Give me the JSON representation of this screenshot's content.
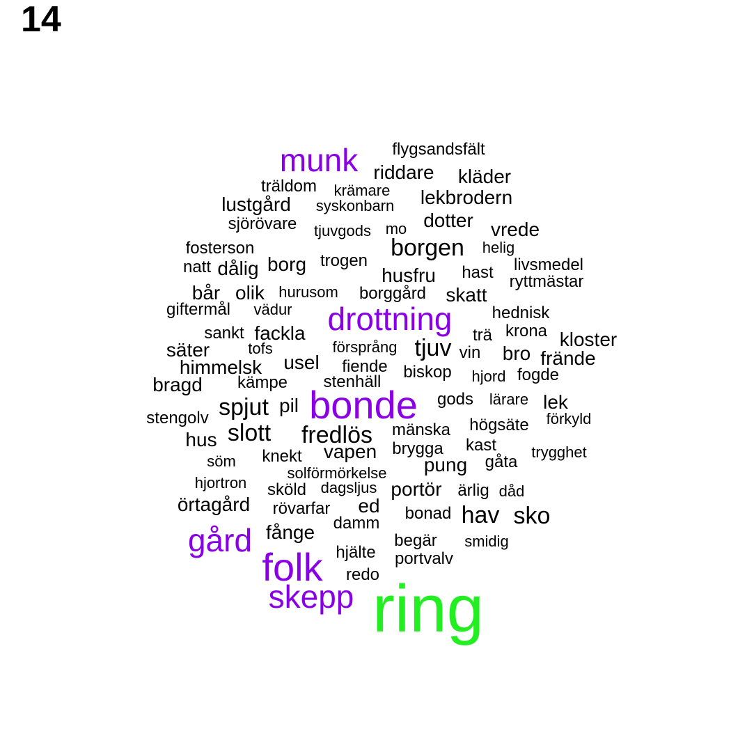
{
  "panel_number": "14",
  "colors": {
    "default": "#000000",
    "highlight": "#8a00e6",
    "top": "#22ee22"
  },
  "words": [
    {
      "text": "flygsandsfält",
      "tier": "s"
    },
    {
      "text": "munk",
      "tier": "l",
      "color": "highlight"
    },
    {
      "text": "riddare",
      "tier": "m"
    },
    {
      "text": "kläder",
      "tier": "m"
    },
    {
      "text": "träldom",
      "tier": "s"
    },
    {
      "text": "krämare",
      "tier": "xs"
    },
    {
      "text": "lekbrodern",
      "tier": "m"
    },
    {
      "text": "lustgård",
      "tier": "m"
    },
    {
      "text": "syskonbarn",
      "tier": "xs"
    },
    {
      "text": "sjörövare",
      "tier": "s"
    },
    {
      "text": "tjuvgods",
      "tier": "xs"
    },
    {
      "text": "mo",
      "tier": "xs"
    },
    {
      "text": "dotter",
      "tier": "m"
    },
    {
      "text": "vrede",
      "tier": "m"
    },
    {
      "text": "fosterson",
      "tier": "s"
    },
    {
      "text": "borgen",
      "tier": "ml"
    },
    {
      "text": "helig",
      "tier": "xs"
    },
    {
      "text": "natt",
      "tier": "s"
    },
    {
      "text": "dålig",
      "tier": "m"
    },
    {
      "text": "borg",
      "tier": "m"
    },
    {
      "text": "trogen",
      "tier": "s"
    },
    {
      "text": "husfru",
      "tier": "m"
    },
    {
      "text": "hast",
      "tier": "s"
    },
    {
      "text": "livsmedel",
      "tier": "s"
    },
    {
      "text": "ryttmästar",
      "tier": "s"
    },
    {
      "text": "bår",
      "tier": "m"
    },
    {
      "text": "olik",
      "tier": "m"
    },
    {
      "text": "hurusom",
      "tier": "xs"
    },
    {
      "text": "borggård",
      "tier": "s"
    },
    {
      "text": "skatt",
      "tier": "m"
    },
    {
      "text": "giftermål",
      "tier": "s"
    },
    {
      "text": "vädur",
      "tier": "xs"
    },
    {
      "text": "drottning",
      "tier": "l",
      "color": "highlight"
    },
    {
      "text": "hednisk",
      "tier": "s"
    },
    {
      "text": "sankt",
      "tier": "s"
    },
    {
      "text": "fackla",
      "tier": "m"
    },
    {
      "text": "trä",
      "tier": "s"
    },
    {
      "text": "krona",
      "tier": "s"
    },
    {
      "text": "kloster",
      "tier": "m"
    },
    {
      "text": "säter",
      "tier": "m"
    },
    {
      "text": "tofs",
      "tier": "xs"
    },
    {
      "text": "försprång",
      "tier": "xs"
    },
    {
      "text": "tjuv",
      "tier": "ml"
    },
    {
      "text": "vin",
      "tier": "s"
    },
    {
      "text": "bro",
      "tier": "m"
    },
    {
      "text": "frände",
      "tier": "m"
    },
    {
      "text": "himmelsk",
      "tier": "m"
    },
    {
      "text": "usel",
      "tier": "m"
    },
    {
      "text": "fiende",
      "tier": "s"
    },
    {
      "text": "biskop",
      "tier": "s"
    },
    {
      "text": "hjord",
      "tier": "xs"
    },
    {
      "text": "fogde",
      "tier": "s"
    },
    {
      "text": "bragd",
      "tier": "m"
    },
    {
      "text": "kämpe",
      "tier": "s"
    },
    {
      "text": "stenhäll",
      "tier": "s"
    },
    {
      "text": "bonde",
      "tier": "xl",
      "color": "highlight"
    },
    {
      "text": "gods",
      "tier": "s"
    },
    {
      "text": "lärare",
      "tier": "xs"
    },
    {
      "text": "lek",
      "tier": "m"
    },
    {
      "text": "spjut",
      "tier": "ml"
    },
    {
      "text": "pil",
      "tier": "m"
    },
    {
      "text": "stengolv",
      "tier": "s"
    },
    {
      "text": "förkyld",
      "tier": "xs"
    },
    {
      "text": "slott",
      "tier": "ml"
    },
    {
      "text": "mänska",
      "tier": "s"
    },
    {
      "text": "högsäte",
      "tier": "s"
    },
    {
      "text": "hus",
      "tier": "m"
    },
    {
      "text": "fredlös",
      "tier": "ml"
    },
    {
      "text": "vapen",
      "tier": "m"
    },
    {
      "text": "brygga",
      "tier": "s"
    },
    {
      "text": "kast",
      "tier": "s"
    },
    {
      "text": "trygghet",
      "tier": "xs"
    },
    {
      "text": "söm",
      "tier": "xs"
    },
    {
      "text": "knekt",
      "tier": "s"
    },
    {
      "text": "pung",
      "tier": "m"
    },
    {
      "text": "gåta",
      "tier": "s"
    },
    {
      "text": "solförmörkelse",
      "tier": "xs"
    },
    {
      "text": "hjortron",
      "tier": "xs"
    },
    {
      "text": "sköld",
      "tier": "s"
    },
    {
      "text": "dagsljus",
      "tier": "xs"
    },
    {
      "text": "portör",
      "tier": "m"
    },
    {
      "text": "ärlig",
      "tier": "s"
    },
    {
      "text": "dåd",
      "tier": "xs"
    },
    {
      "text": "örtagård",
      "tier": "m"
    },
    {
      "text": "rövarfar",
      "tier": "s"
    },
    {
      "text": "ed",
      "tier": "m"
    },
    {
      "text": "bonad",
      "tier": "s"
    },
    {
      "text": "hav",
      "tier": "ml"
    },
    {
      "text": "sko",
      "tier": "ml"
    },
    {
      "text": "damm",
      "tier": "s"
    },
    {
      "text": "fånge",
      "tier": "m"
    },
    {
      "text": "gård",
      "tier": "l",
      "color": "highlight"
    },
    {
      "text": "begär",
      "tier": "s"
    },
    {
      "text": "smidig",
      "tier": "xs"
    },
    {
      "text": "hjälte",
      "tier": "s"
    },
    {
      "text": "folk",
      "tier": "xl",
      "color": "highlight"
    },
    {
      "text": "portvalv",
      "tier": "s"
    },
    {
      "text": "redo",
      "tier": "s"
    },
    {
      "text": "skepp",
      "tier": "l",
      "color": "highlight"
    },
    {
      "text": "ring",
      "tier": "xxl",
      "color": "top"
    }
  ]
}
